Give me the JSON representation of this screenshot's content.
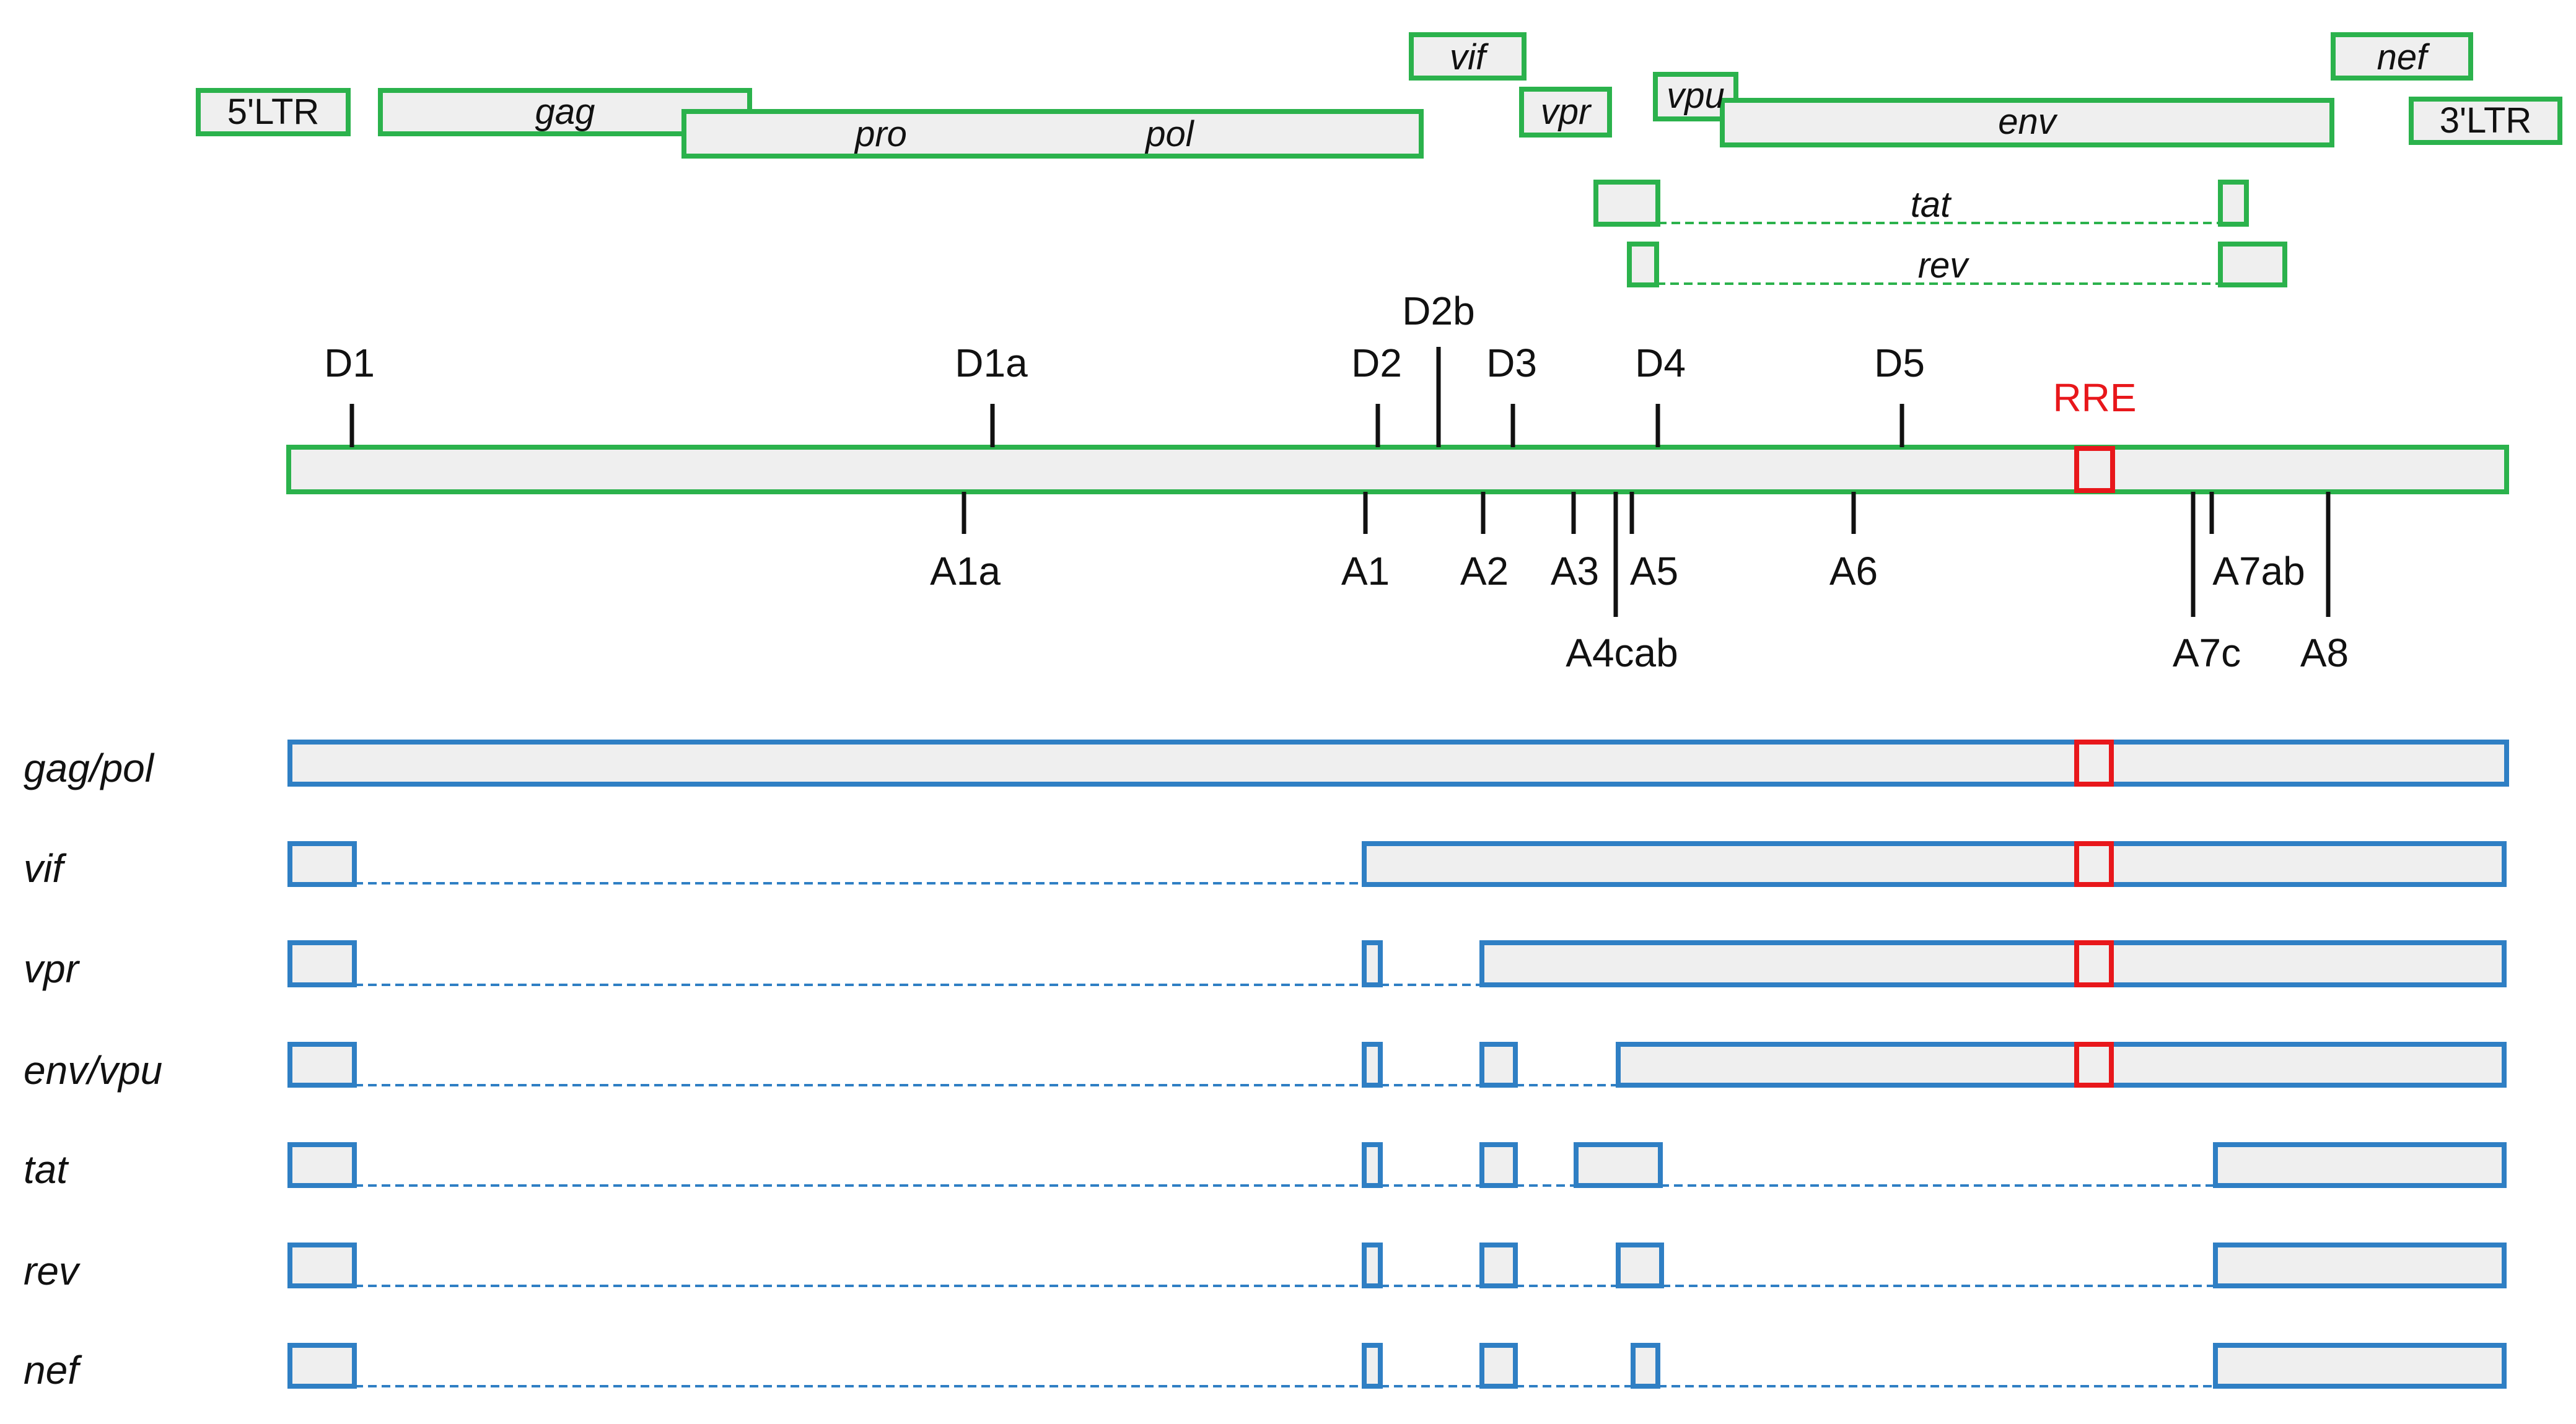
{
  "colors": {
    "genome_stroke": "#2bb24c",
    "transcript_stroke": "#2f7fc4",
    "box_fill": "#efefef",
    "rre": "#e8171b",
    "text": "#111111",
    "tick": "#111111"
  },
  "genes": [
    {
      "id": "5ltr",
      "label": "5'LTR",
      "italic": false
    },
    {
      "id": "gag",
      "label": "gag",
      "italic": true
    },
    {
      "id": "pol",
      "label": "pol",
      "italic": true
    },
    {
      "id": "pro",
      "label": "pro",
      "italic": true
    },
    {
      "id": "vif",
      "label": "vif",
      "italic": true
    },
    {
      "id": "vpr",
      "label": "vpr",
      "italic": true
    },
    {
      "id": "vpu",
      "label": "vpu",
      "italic": true
    },
    {
      "id": "env",
      "label": "env",
      "italic": true
    },
    {
      "id": "nef",
      "label": "nef",
      "italic": true
    },
    {
      "id": "3ltr",
      "label": "3'LTR",
      "italic": false
    },
    {
      "id": "tat",
      "label": "tat",
      "italic": true
    },
    {
      "id": "rev",
      "label": "rev",
      "italic": true
    }
  ],
  "donor_sites": [
    "D1",
    "D1a",
    "D2",
    "D2b",
    "D3",
    "D4",
    "D5"
  ],
  "acceptor_sites": [
    "A1a",
    "A1",
    "A2",
    "A3",
    "A5",
    "A4cab",
    "A6",
    "A7ab",
    "A7c",
    "A8"
  ],
  "rre_label": "RRE",
  "transcripts": [
    {
      "id": "gag-pol",
      "label": "gag/pol"
    },
    {
      "id": "vif",
      "label": "vif"
    },
    {
      "id": "vpr",
      "label": "vpr"
    },
    {
      "id": "env-vpu",
      "label": "env/vpu"
    },
    {
      "id": "tat",
      "label": "tat"
    },
    {
      "id": "rev",
      "label": "rev"
    },
    {
      "id": "nef",
      "label": "nef"
    }
  ]
}
